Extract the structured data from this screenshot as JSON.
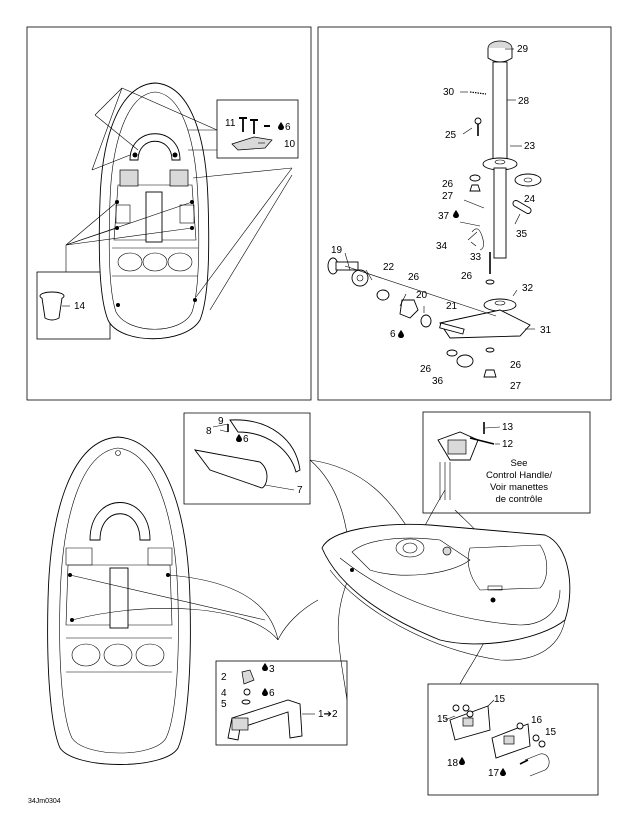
{
  "diagram": {
    "callouts": [
      {
        "id": "29",
        "text": "29"
      },
      {
        "id": "30",
        "text": "30"
      },
      {
        "id": "28",
        "text": "28"
      },
      {
        "id": "25",
        "text": "25"
      },
      {
        "id": "23",
        "text": "23"
      },
      {
        "id": "26a",
        "text": "26"
      },
      {
        "id": "27a",
        "text": "27"
      },
      {
        "id": "24",
        "text": "24"
      },
      {
        "id": "37",
        "text": "37"
      },
      {
        "id": "35",
        "text": "35"
      },
      {
        "id": "34",
        "text": "34"
      },
      {
        "id": "19",
        "text": "19"
      },
      {
        "id": "22",
        "text": "22"
      },
      {
        "id": "26b",
        "text": "26"
      },
      {
        "id": "33",
        "text": "33"
      },
      {
        "id": "26c",
        "text": "26"
      },
      {
        "id": "32",
        "text": "32"
      },
      {
        "id": "20",
        "text": "20"
      },
      {
        "id": "21",
        "text": "21"
      },
      {
        "id": "6a",
        "text": "6"
      },
      {
        "id": "31",
        "text": "31"
      },
      {
        "id": "26d",
        "text": "26"
      },
      {
        "id": "26e",
        "text": "26"
      },
      {
        "id": "36",
        "text": "36"
      },
      {
        "id": "27b",
        "text": "27"
      },
      {
        "id": "11",
        "text": "11"
      },
      {
        "id": "6b",
        "text": "6"
      },
      {
        "id": "10",
        "text": "10"
      },
      {
        "id": "14",
        "text": "14"
      },
      {
        "id": "9",
        "text": "9"
      },
      {
        "id": "8",
        "text": "8"
      },
      {
        "id": "6c",
        "text": "6"
      },
      {
        "id": "7",
        "text": "7"
      },
      {
        "id": "13",
        "text": "13"
      },
      {
        "id": "12",
        "text": "12"
      },
      {
        "id": "2",
        "text": "2"
      },
      {
        "id": "3",
        "text": "3"
      },
      {
        "id": "4",
        "text": "4"
      },
      {
        "id": "6d",
        "text": "6"
      },
      {
        "id": "5",
        "text": "5"
      },
      {
        "id": "1to2",
        "text": "1➔2"
      },
      {
        "id": "15a",
        "text": "15"
      },
      {
        "id": "15b",
        "text": "15"
      },
      {
        "id": "16",
        "text": "16"
      },
      {
        "id": "15c",
        "text": "15"
      },
      {
        "id": "18",
        "text": "18"
      },
      {
        "id": "17",
        "text": "17"
      }
    ],
    "see_note": [
      "See",
      "Control Handle/",
      "Voir manettes",
      "de contrôle"
    ],
    "figure_code": "34Jm0304"
  }
}
